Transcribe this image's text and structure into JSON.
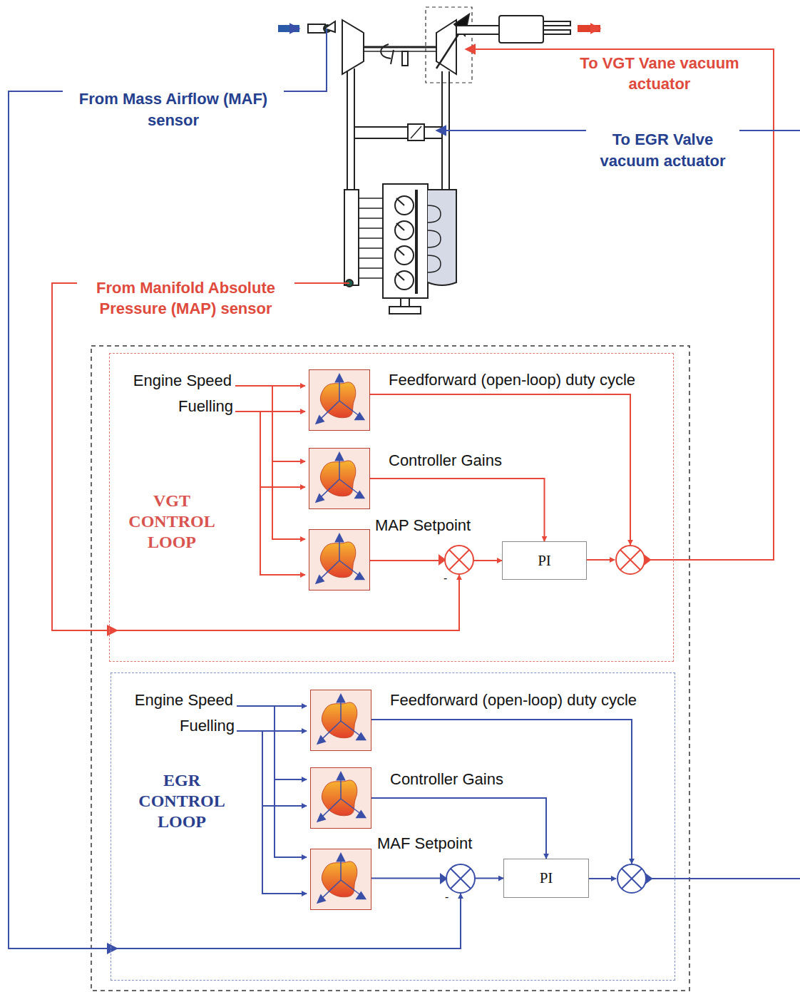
{
  "diagram": {
    "nodes": [
      {
        "text": [
          "VGT CONTROL LOOP"
        ]
      },
      {
        "text": [
          "Feedforward (open-loop) duty cycle"
        ],
        "in": 0
      },
      {
        "text": [
          "Controller Gains"
        ],
        "in": 0
      },
      {
        "text": [
          "MAP Setpoint"
        ],
        "in": 0
      },
      {
        "text": [
          "PI"
        ],
        "in": 0
      },
      {
        "text": [
          "EGR CONTROL LOOP"
        ]
      },
      {
        "text": [
          "Feedforward (open-loop) duty cycle"
        ],
        "in": 5
      },
      {
        "text": [
          "Controller Gains"
        ],
        "in": 5
      },
      {
        "text": [
          "MAF Setpoint"
        ],
        "in": 5
      },
      {
        "text": [
          "PI"
        ],
        "in": 5
      }
    ],
    "edges": [
      {
        "from": 2,
        "to": 4,
        "arrow": "to"
      },
      {
        "from": 3,
        "to": 4,
        "arrow": "to"
      },
      {
        "from": 7,
        "to": 9,
        "arrow": "to"
      },
      {
        "from": 8,
        "to": 9,
        "arrow": "to"
      }
    ],
    "labels": [
      "To VGT Vane vacuum actuator",
      "From Mass Airflow (MAF) sensor",
      "To EGR Valve vacuum actuator",
      "From Manifold Absolute Pressure (MAP) sensor",
      "Engine Speed",
      "Fuelling",
      "-",
      "Engine Speed",
      "Fuelling",
      "-"
    ]
  }
}
